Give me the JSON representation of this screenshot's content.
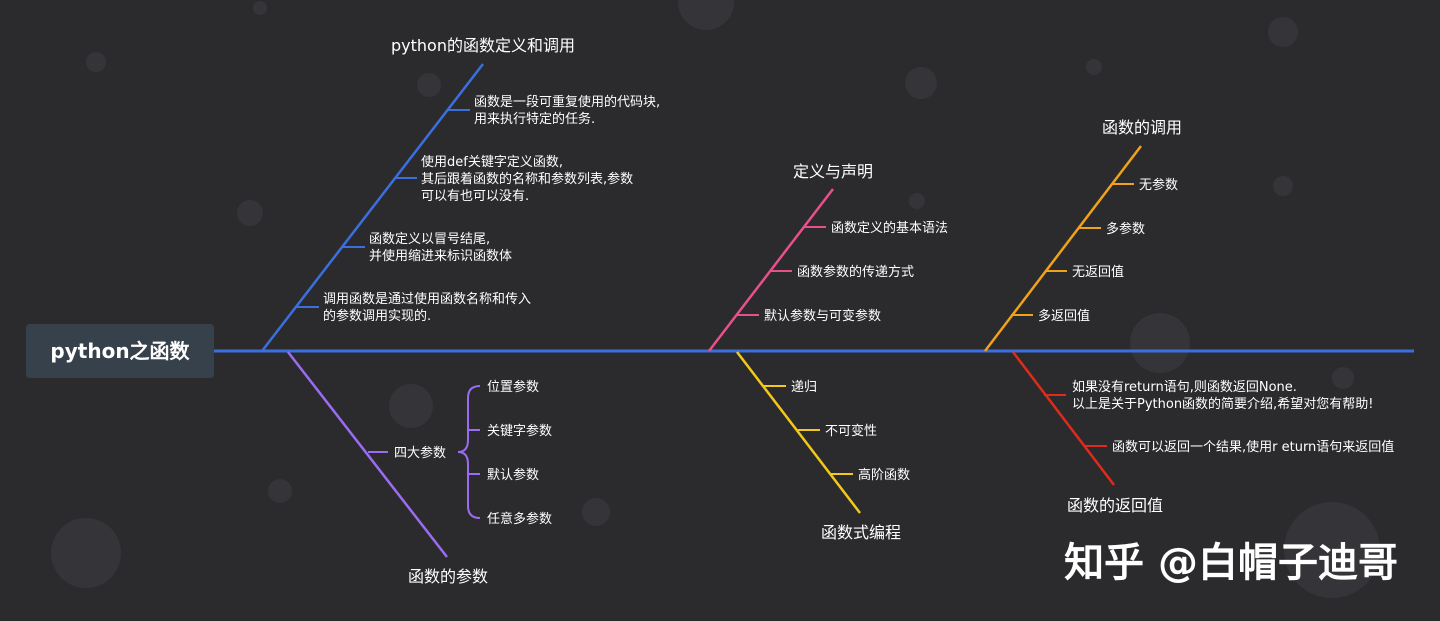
{
  "root": {
    "label": "python之函数",
    "bg_color": "#37414b"
  },
  "spine_color": "#3b6fe0",
  "watermark": "知乎 @白帽子迪哥",
  "branches": {
    "definition_call": {
      "title": "python的函数定义和调用",
      "color": "#3b6fe0",
      "items": [
        [
          "函数是一段可重复使用的代码块,",
          "用来执行特定的任务."
        ],
        [
          "使用def关键字定义函数,",
          "其后跟着函数的名称和参数列表,参数",
          "可以有也可以没有."
        ],
        [
          "函数定义以冒号结尾,",
          "并使用缩进来标识函数体"
        ],
        [
          "调用函数是通过使用函数名称和传入",
          "的参数调用实现的."
        ]
      ]
    },
    "parameters": {
      "title": "函数的参数",
      "color": "#9b6cf2",
      "group_label": "四大参数",
      "items": [
        "位置参数",
        "关键字参数",
        "默认参数",
        "任意多参数"
      ]
    },
    "declaration": {
      "title": "定义与声明",
      "color": "#e8508c",
      "items": [
        "函数定义的基本语法",
        "函数参数的传递方式",
        "默认参数与可变参数"
      ]
    },
    "functional": {
      "title": "函数式编程",
      "color": "#f2c81a",
      "items": [
        "递归",
        "不可变性",
        "高阶函数"
      ]
    },
    "calling": {
      "title": "函数的调用",
      "color": "#f0a21a",
      "items": [
        "无参数",
        "多参数",
        "无返回值",
        "多返回值"
      ]
    },
    "return_value": {
      "title": "函数的返回值",
      "color": "#e02a1c",
      "items": [
        [
          "如果没有return语句,则函数返回None.",
          "以上是关于Python函数的简要介绍,希望对您有帮助!"
        ],
        [
          "函数可以返回一个结果,使用r eturn语句来返回值"
        ]
      ]
    }
  }
}
